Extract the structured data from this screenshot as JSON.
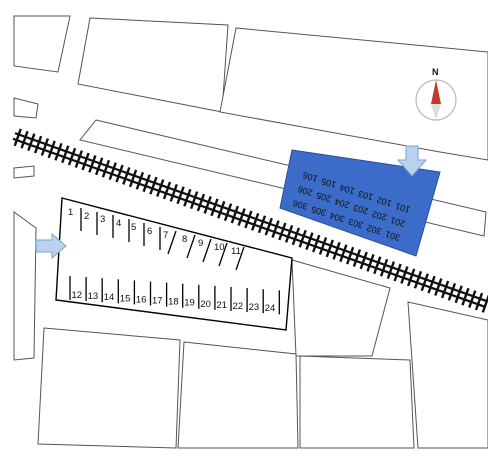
{
  "compass": {
    "label": "N"
  },
  "building": {
    "fill": "#3b6cc9",
    "stroke": "#2a4f9a",
    "rows": [
      [
        "106",
        "105",
        "104",
        "103",
        "102",
        "101"
      ],
      [
        "206",
        "205",
        "204",
        "203",
        "202",
        "201"
      ],
      [
        "306",
        "305",
        "304",
        "303",
        "302",
        "301"
      ]
    ]
  },
  "parking": {
    "top_row": [
      "1",
      "2",
      "3",
      "4",
      "5",
      "6",
      "7",
      "8",
      "9",
      "10",
      "11"
    ],
    "bottom_row": [
      "12",
      "13",
      "14",
      "15",
      "16",
      "17",
      "18",
      "19",
      "20",
      "21",
      "22",
      "23",
      "24"
    ]
  },
  "colors": {
    "arrow": "#b9d3ee",
    "arrow_stroke": "#7ea3cc",
    "rail": "#111111",
    "plot_line": "#555555",
    "compass_red": "#c0392b"
  }
}
